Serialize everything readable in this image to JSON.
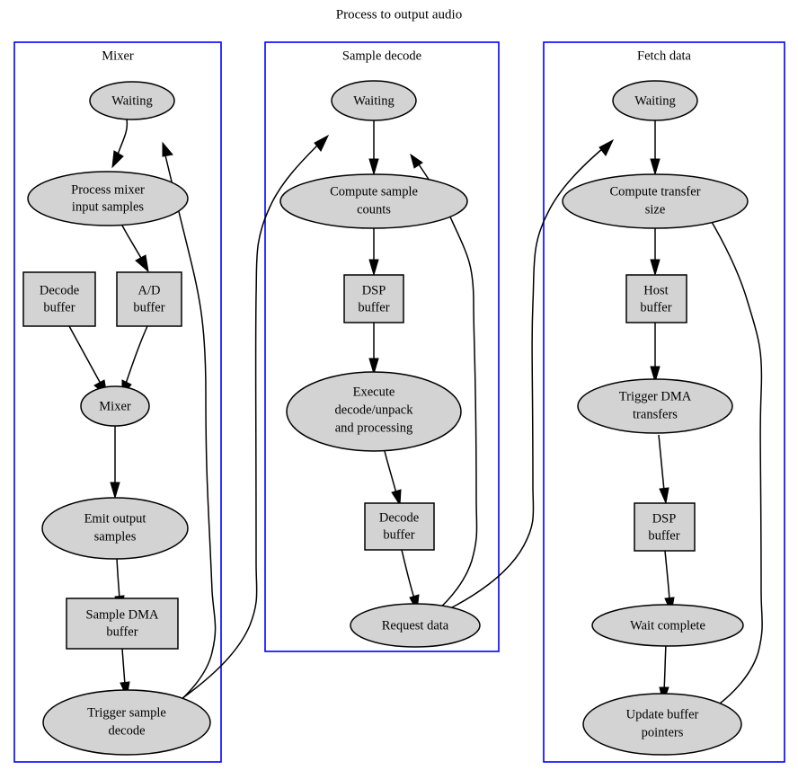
{
  "title": "Process to output audio",
  "palette": {
    "node_fill": "#d3d3d3",
    "node_stroke": "#000000",
    "cluster_stroke": "#0000ff",
    "edge_stroke": "#000000",
    "background": "#ffffff"
  },
  "clusters": [
    {
      "id": "mixer",
      "label": "Mixer"
    },
    {
      "id": "sample_decode",
      "label": "Sample decode"
    },
    {
      "id": "fetch_data",
      "label": "Fetch data"
    }
  ],
  "nodes": {
    "mixer_waiting": {
      "label": "Waiting",
      "shape": "ellipse"
    },
    "process_mixer": {
      "label": "Process mixer|input samples",
      "shape": "ellipse"
    },
    "decode_buffer_left": {
      "label": "Decode|buffer",
      "shape": "box"
    },
    "ad_buffer": {
      "label": "A/D|buffer",
      "shape": "box"
    },
    "mixer_node": {
      "label": "Mixer",
      "shape": "ellipse"
    },
    "emit_output": {
      "label": "Emit output|samples",
      "shape": "ellipse"
    },
    "sample_dma_buffer": {
      "label": "Sample DMA|buffer",
      "shape": "box"
    },
    "trigger_sample_decode": {
      "label": "Trigger sample|decode",
      "shape": "ellipse"
    },
    "sd_waiting": {
      "label": "Waiting",
      "shape": "ellipse"
    },
    "compute_sample_counts": {
      "label": "Compute sample|counts",
      "shape": "ellipse"
    },
    "dsp_buffer_mid": {
      "label": "DSP|buffer",
      "shape": "box"
    },
    "execute_decode": {
      "label": "Execute|decode/unpack|and processing",
      "shape": "ellipse"
    },
    "decode_buffer_mid": {
      "label": "Decode|buffer",
      "shape": "box"
    },
    "request_data": {
      "label": "Request data",
      "shape": "ellipse"
    },
    "fd_waiting": {
      "label": "Waiting",
      "shape": "ellipse"
    },
    "compute_transfer_size": {
      "label": "Compute transfer|size",
      "shape": "ellipse"
    },
    "host_buffer": {
      "label": "Host|buffer",
      "shape": "box"
    },
    "trigger_dma": {
      "label": "Trigger DMA|transfers",
      "shape": "ellipse"
    },
    "dsp_buffer_right": {
      "label": "DSP|buffer",
      "shape": "box"
    },
    "wait_complete": {
      "label": "Wait complete",
      "shape": "ellipse"
    },
    "update_buffer_ptrs": {
      "label": "Update buffer|pointers",
      "shape": "ellipse"
    }
  },
  "edges": [
    {
      "from": "mixer_waiting",
      "to": "process_mixer"
    },
    {
      "from": "process_mixer",
      "to": "ad_buffer"
    },
    {
      "from": "decode_buffer_left",
      "to": "mixer_node"
    },
    {
      "from": "ad_buffer",
      "to": "mixer_node"
    },
    {
      "from": "mixer_node",
      "to": "emit_output"
    },
    {
      "from": "emit_output",
      "to": "sample_dma_buffer"
    },
    {
      "from": "sample_dma_buffer",
      "to": "trigger_sample_decode"
    },
    {
      "from": "trigger_sample_decode",
      "to": "mixer_waiting"
    },
    {
      "from": "trigger_sample_decode",
      "to": "sd_waiting"
    },
    {
      "from": "sd_waiting",
      "to": "compute_sample_counts"
    },
    {
      "from": "compute_sample_counts",
      "to": "dsp_buffer_mid"
    },
    {
      "from": "dsp_buffer_mid",
      "to": "execute_decode"
    },
    {
      "from": "execute_decode",
      "to": "decode_buffer_mid"
    },
    {
      "from": "decode_buffer_mid",
      "to": "request_data"
    },
    {
      "from": "request_data",
      "to": "sd_waiting"
    },
    {
      "from": "request_data",
      "to": "fd_waiting"
    },
    {
      "from": "fd_waiting",
      "to": "compute_transfer_size"
    },
    {
      "from": "compute_transfer_size",
      "to": "host_buffer"
    },
    {
      "from": "host_buffer",
      "to": "trigger_dma"
    },
    {
      "from": "trigger_dma",
      "to": "dsp_buffer_right"
    },
    {
      "from": "dsp_buffer_right",
      "to": "wait_complete"
    },
    {
      "from": "wait_complete",
      "to": "update_buffer_ptrs"
    },
    {
      "from": "update_buffer_ptrs",
      "to": "fd_waiting"
    }
  ]
}
